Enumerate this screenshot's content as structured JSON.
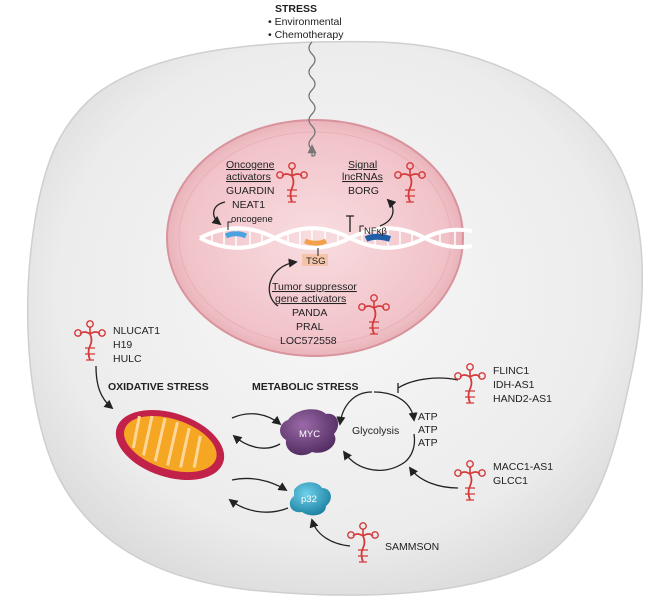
{
  "stress": {
    "title": "STRESS",
    "items": [
      "• Environmental",
      "• Chemotherapy"
    ]
  },
  "nucleus": {
    "oncogene_activators": {
      "heading": [
        "Oncogene",
        "activators"
      ],
      "names": [
        "GUARDIN",
        "NEAT1"
      ],
      "target": "oncogene"
    },
    "signal_lncrnas": {
      "heading": [
        "Signal",
        "lncRNAs"
      ],
      "names": [
        "BORG"
      ],
      "target": "NFκβ"
    },
    "tumor_suppressor": {
      "heading": [
        "Tumor suppressor",
        "gene activators"
      ],
      "names": [
        "PANDA",
        "PRAL",
        "LOC572558"
      ],
      "target": "TSG"
    }
  },
  "cytoplasm": {
    "oxidative": {
      "names": [
        "NLUCAT1",
        "H19",
        "HULC"
      ],
      "label": "OXIDATIVE STRESS"
    },
    "metabolic": {
      "label": "METABOLIC STRESS",
      "myc": "MYC",
      "p32": "p32",
      "glycolysis": "Glycolysis",
      "atp": [
        "ATP",
        "ATP",
        "ATP"
      ],
      "group1": [
        "FLINC1",
        "IDH-AS1",
        "HAND2-AS1"
      ],
      "group2": [
        "MACC1-AS1",
        "GLCC1"
      ],
      "sammson": "SAMMSON"
    }
  },
  "colors": {
    "cell": "#ececec",
    "nucleus": "#f2c7cc",
    "rna": "#d43a3a",
    "myc": "#6b3f7a",
    "p32": "#2a9fc2",
    "mito_outer": "#c2214a",
    "mito_inner": "#f5a623",
    "tsg": "#f2a04a",
    "nfkb": "#1f5fa8",
    "oncogene": "#4aa3df"
  }
}
